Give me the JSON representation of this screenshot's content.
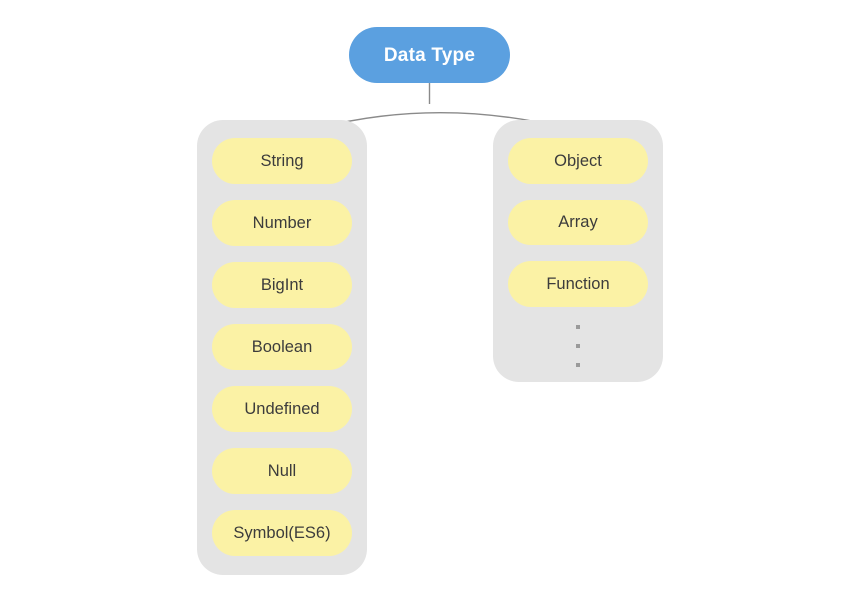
{
  "diagram": {
    "title": "Data Type",
    "root": {
      "label": "Data Type",
      "fill_color": "#5ba0e0",
      "text_color": "#ffffff"
    },
    "colors": {
      "background": "#ffffff",
      "group_fill": "#e4e4e4",
      "pill_fill": "#fbf2a5",
      "pill_text": "#3c3c3c",
      "connector_stroke": "#808080",
      "ellipsis_dot": "#9a9a9a"
    },
    "groups": [
      {
        "name": "primitive-types",
        "items": [
          {
            "label": "String"
          },
          {
            "label": "Number"
          },
          {
            "label": "BigInt"
          },
          {
            "label": "Boolean"
          },
          {
            "label": "Undefined"
          },
          {
            "label": "Null"
          },
          {
            "label": "Symbol(ES6)"
          }
        ],
        "has_ellipsis": false
      },
      {
        "name": "reference-types",
        "items": [
          {
            "label": "Object"
          },
          {
            "label": "Array"
          },
          {
            "label": "Function"
          }
        ],
        "has_ellipsis": true,
        "ellipsis_dots": 3
      }
    ]
  }
}
